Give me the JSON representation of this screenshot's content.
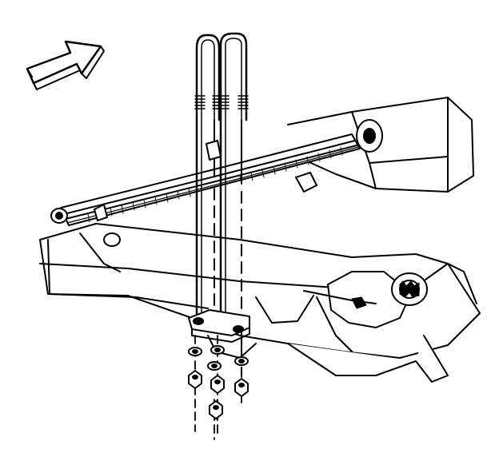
{
  "diagram": {
    "colors": {
      "ink": "#000000",
      "paper": "#ffffff",
      "hatch": "#1a1a1a"
    },
    "arrow_icon": "direction-arrow-icon",
    "parts": [
      "leaf-spring",
      "axle-housing",
      "u-bolt-front",
      "u-bolt-rear",
      "spring-plate",
      "u-bolt-nut",
      "washer",
      "differential",
      "frame-rail"
    ]
  }
}
